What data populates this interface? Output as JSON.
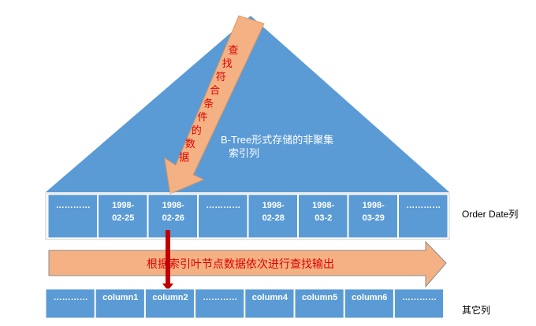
{
  "colors": {
    "blue": "#5B9BD5",
    "orange": "#F4B183",
    "red": "#E00000",
    "arrow_red": "#C00000"
  },
  "triangle_label": {
    "line1": "B-Tree形式存储的非聚集",
    "line2": "索引列"
  },
  "search_arrow_label": [
    "查",
    "找",
    "符",
    "合",
    "条",
    "件",
    "的",
    "数",
    "据"
  ],
  "index_row": {
    "label": "Order Date列",
    "cells": [
      [
        "…………"
      ],
      [
        "1998-",
        "02-25"
      ],
      [
        "1998-",
        "02-26"
      ],
      [
        "…………"
      ],
      [
        "1998-",
        "02-28"
      ],
      [
        "1998-",
        "03-2"
      ],
      [
        "1998-",
        "03-29"
      ],
      [
        "…………"
      ]
    ]
  },
  "output_arrow_label": "根据索引叶节点数据依次进行查找输出",
  "other_row": {
    "label": "其它列",
    "cells": [
      "…………",
      "column1",
      "column2",
      "…………",
      "column4",
      "column5",
      "column6",
      "…………"
    ]
  }
}
